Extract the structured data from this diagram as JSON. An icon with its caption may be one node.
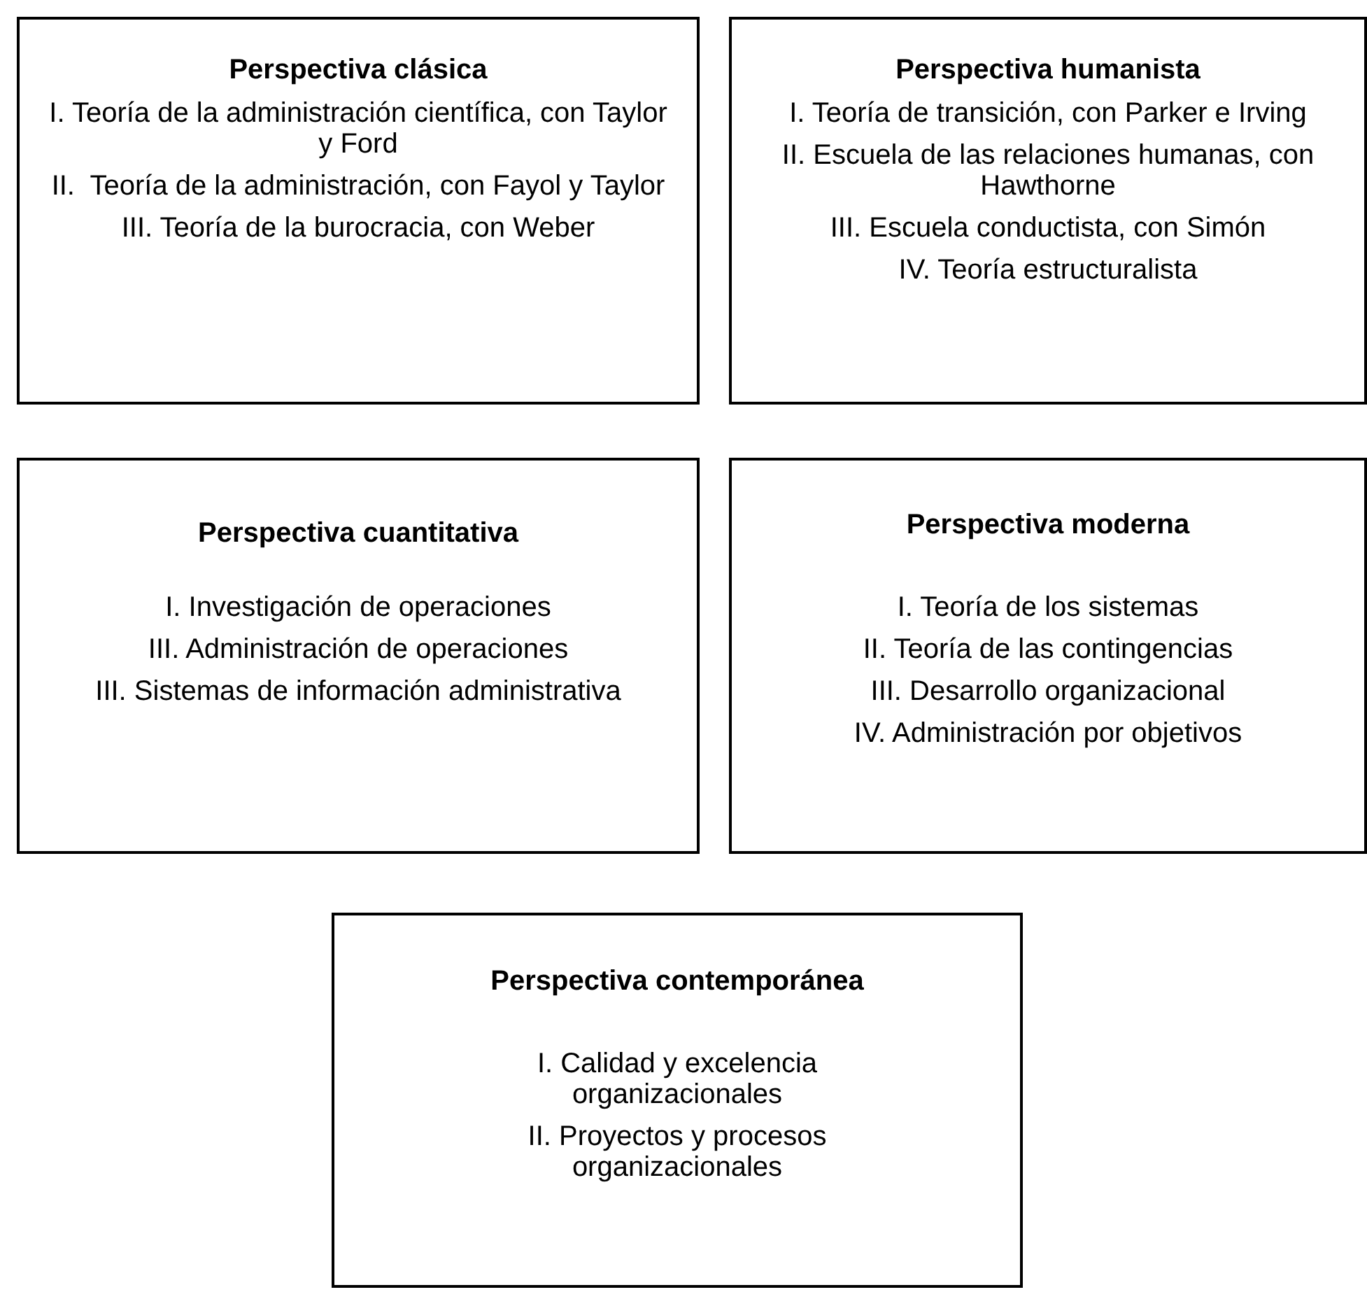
{
  "diagram": {
    "nodes": [
      {
        "text": [
          "Perspectiva clásica",
          "I. Teoría de la administración científica, con Taylor y Ford",
          "II.  Teoría de la administración, con Fayol y Taylor",
          "III. Teoría de la burocracia, con Weber"
        ]
      },
      {
        "text": [
          "Perspectiva humanista",
          "I. Teoría de transición, con Parker e Irving",
          "II. Escuela de las relaciones humanas, con Hawthorne",
          "III. Escuela conductista, con Simón",
          "IV. Teoría estructuralista"
        ]
      },
      {
        "text": [
          "Perspectiva cuantitativa",
          "I. Investigación de operaciones",
          "III. Administración de operaciones",
          "III. Sistemas de información administrativa"
        ]
      },
      {
        "text": [
          "Perspectiva moderna",
          "I. Teoría de los sistemas",
          "II. Teoría de las contingencias",
          "III. Desarrollo organizacional",
          "IV. Administración por objetivos"
        ]
      },
      {
        "text": [
          "Perspectiva contemporánea",
          "I. Calidad y excelencia organizacionales",
          "II. Proyectos y procesos organizacionales"
        ]
      }
    ]
  }
}
